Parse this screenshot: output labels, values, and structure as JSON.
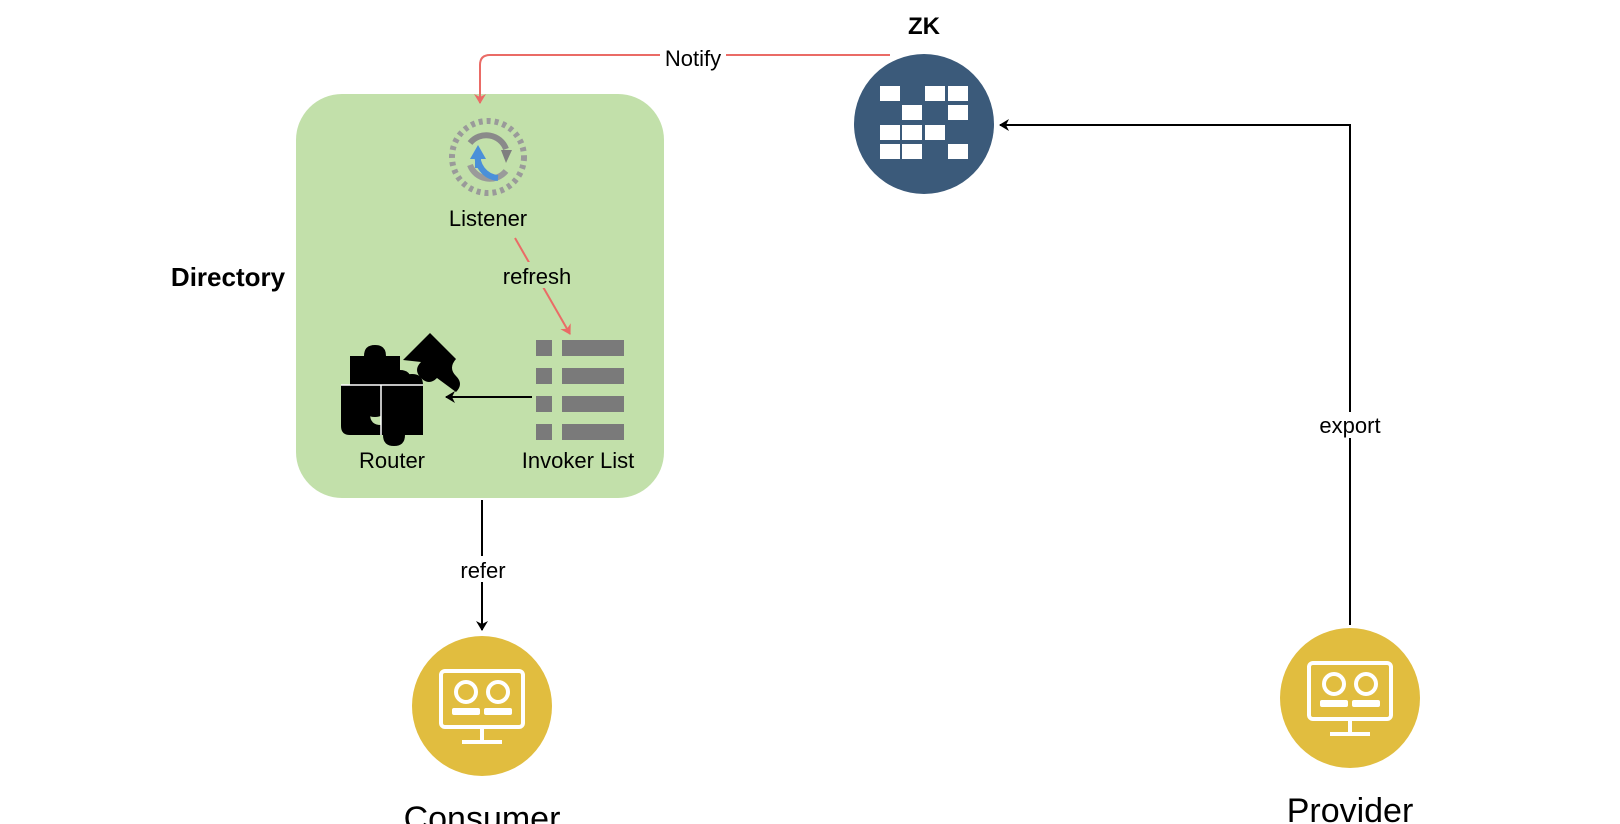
{
  "nodes": {
    "zk": {
      "label": "ZK",
      "icon": "zookeeper-icon",
      "color": "#3b5a7a"
    },
    "directory": {
      "label": "Directory",
      "color": "#c2e0aa"
    },
    "listener": {
      "label": "Listener",
      "icon": "refresh-cycle-icon"
    },
    "router": {
      "label": "Router",
      "icon": "puzzle-icon"
    },
    "invoker_list": {
      "label": "Invoker List",
      "icon": "list-icon"
    },
    "consumer": {
      "label": "Consumer",
      "icon": "monitor-users-icon",
      "color": "#e1bd3f"
    },
    "provider": {
      "label": "Provider",
      "icon": "monitor-users-icon",
      "color": "#e1bd3f"
    }
  },
  "edges": {
    "notify": {
      "label": "Notify",
      "color": "#ea6b66"
    },
    "refresh": {
      "label": "refresh",
      "color": "#ea6b66"
    },
    "route": {
      "label": "",
      "color": "#000000"
    },
    "refer": {
      "label": "refer",
      "color": "#000000"
    },
    "export": {
      "label": "export",
      "color": "#000000"
    }
  }
}
